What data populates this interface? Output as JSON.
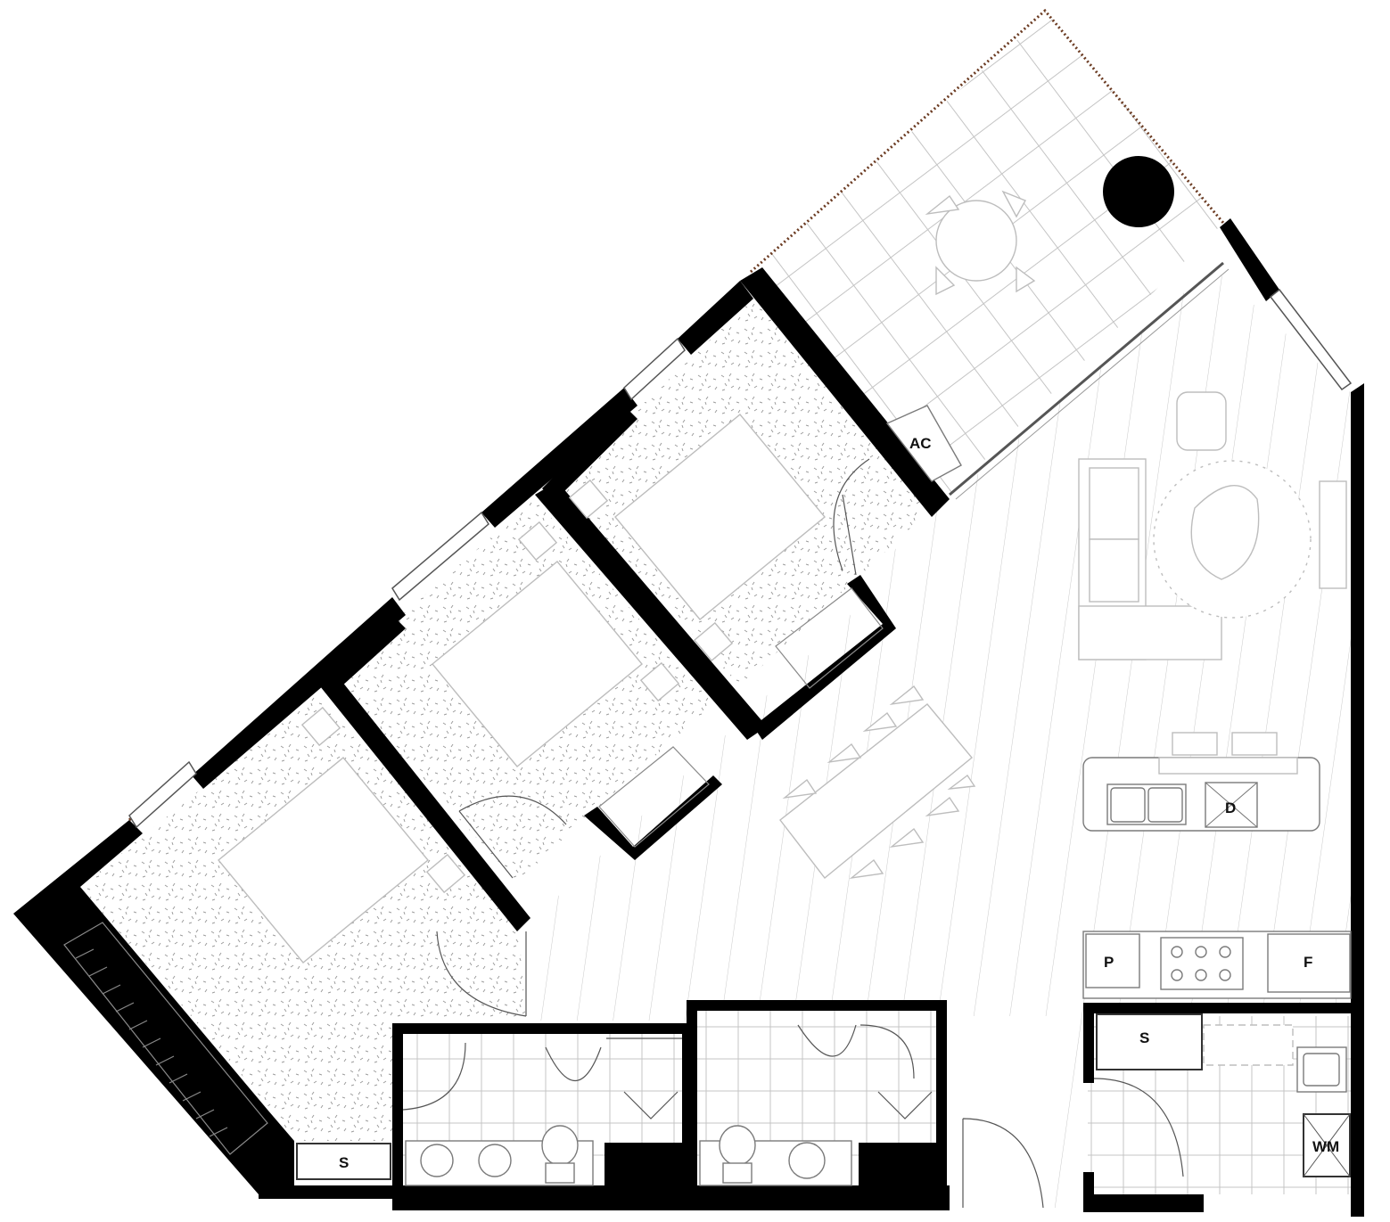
{
  "plan": {
    "labels": {
      "ac": "AC",
      "dishwasher": "D",
      "pantry": "P",
      "fridge": "F",
      "storage_laundry": "S",
      "storage_entry": "S",
      "washing_machine": "WM"
    },
    "colors": {
      "walls": "#000000",
      "balcony_rail": "#6b3b22",
      "linework": "#9a9a9a"
    },
    "icons": [
      "floor-plan",
      "column-circle",
      "sink-icon",
      "cooktop-icon",
      "toilet-icon",
      "basin-icon"
    ]
  }
}
